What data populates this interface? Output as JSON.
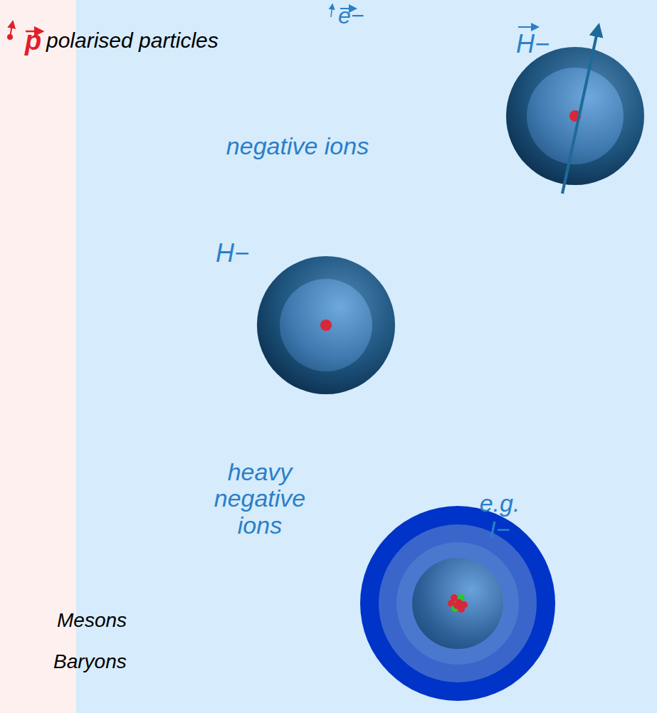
{
  "diagram": {
    "nodes": [
      {
        "text": [
          "H−"
        ]
      },
      {
        "text": [
          "H−"
        ]
      },
      {
        "text": [
          "heavy negative ions",
          "e.g. I−"
        ]
      }
    ],
    "labels": [
      "p",
      "polarised particles",
      "e−",
      "negative ions",
      "Mesons",
      "Baryons"
    ]
  }
}
